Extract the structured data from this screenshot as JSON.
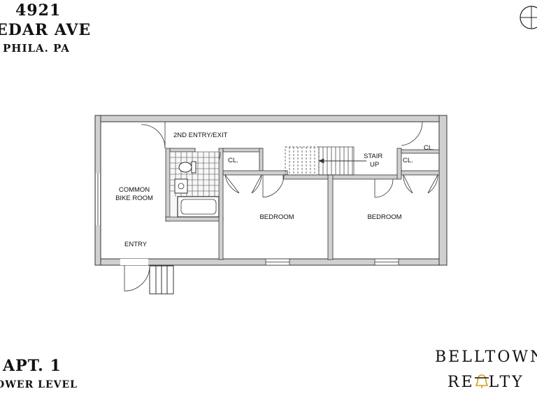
{
  "header": {
    "number": "4921",
    "street": "EDAR AVE",
    "city": "PHILA. PA"
  },
  "footer": {
    "apartment": "APT. 1",
    "level": "OWER LEVEL"
  },
  "brand": {
    "line1": "BELLTOWN",
    "line2": "RE",
    "line2_end": "LTY",
    "accent_color": "#d4a017"
  },
  "rooms": {
    "second_entry": "2ND ENTRY/EXIT",
    "common_line1": "COMMON",
    "common_line2": "BIKE ROOM",
    "entry": "ENTRY",
    "closet_left": "CL.",
    "closet_right_top": "CL.",
    "closet_right_bottom": "CL.",
    "stair_line1": "STAIR",
    "stair_line2": "UP",
    "bedroom_left": "BEDROOM",
    "bedroom_right": "BEDROOM"
  },
  "icons": {
    "compass": "north-arrow-icon"
  }
}
